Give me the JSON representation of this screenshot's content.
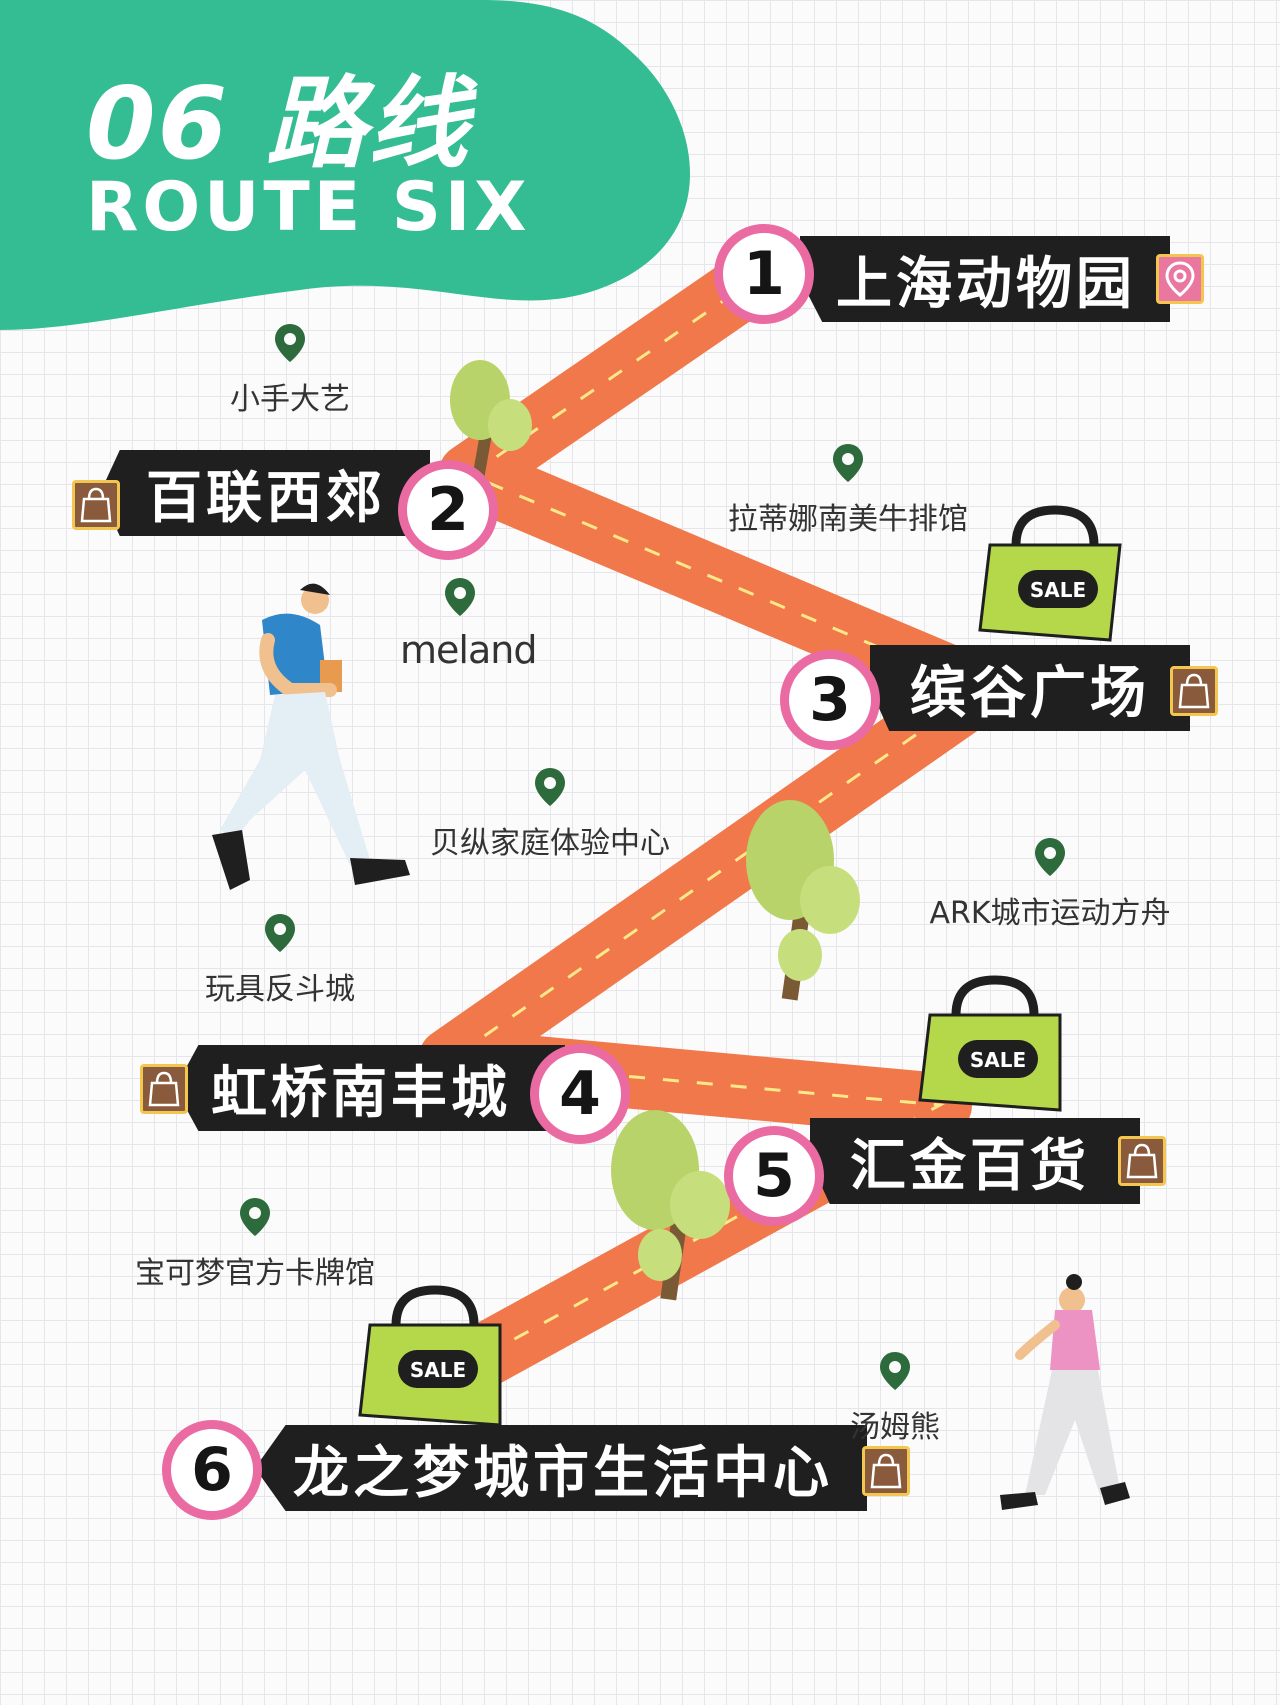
{
  "header": {
    "title_number_line": "06 路线",
    "title_english": "ROUTE SIX"
  },
  "stops": [
    {
      "number": "1",
      "name": "上海动物园",
      "icon": "location-pin-icon"
    },
    {
      "number": "2",
      "name": "百联西郊",
      "icon": "shopping-bag-icon"
    },
    {
      "number": "3",
      "name": "缤谷广场",
      "icon": "shopping-bag-icon"
    },
    {
      "number": "4",
      "name": "虹桥南丰城",
      "icon": "shopping-bag-icon"
    },
    {
      "number": "5",
      "name": "汇金百货",
      "icon": "shopping-bag-icon"
    },
    {
      "number": "6",
      "name": "龙之梦城市生活中心",
      "icon": "shopping-bag-icon"
    }
  ],
  "pois": [
    {
      "label": "小手大艺"
    },
    {
      "label": "拉蒂娜南美牛排馆"
    },
    {
      "label": "meland"
    },
    {
      "label": "贝纵家庭体验中心"
    },
    {
      "label": "ARK城市运动方舟"
    },
    {
      "label": "玩具反斗城"
    },
    {
      "label": "宝可梦官方卡牌馆"
    },
    {
      "label": "汤姆熊"
    }
  ],
  "sale_tags": [
    {
      "text": "SALE"
    },
    {
      "text": "SALE"
    },
    {
      "text": "SALE"
    }
  ],
  "colors": {
    "header_green": "#34bd93",
    "road_orange": "#f0784b",
    "banner_black": "#1f1f1f",
    "circle_pink": "#ea6aa2",
    "pin_green": "#2d6b3c",
    "bag_lime": "#b5d84a"
  }
}
